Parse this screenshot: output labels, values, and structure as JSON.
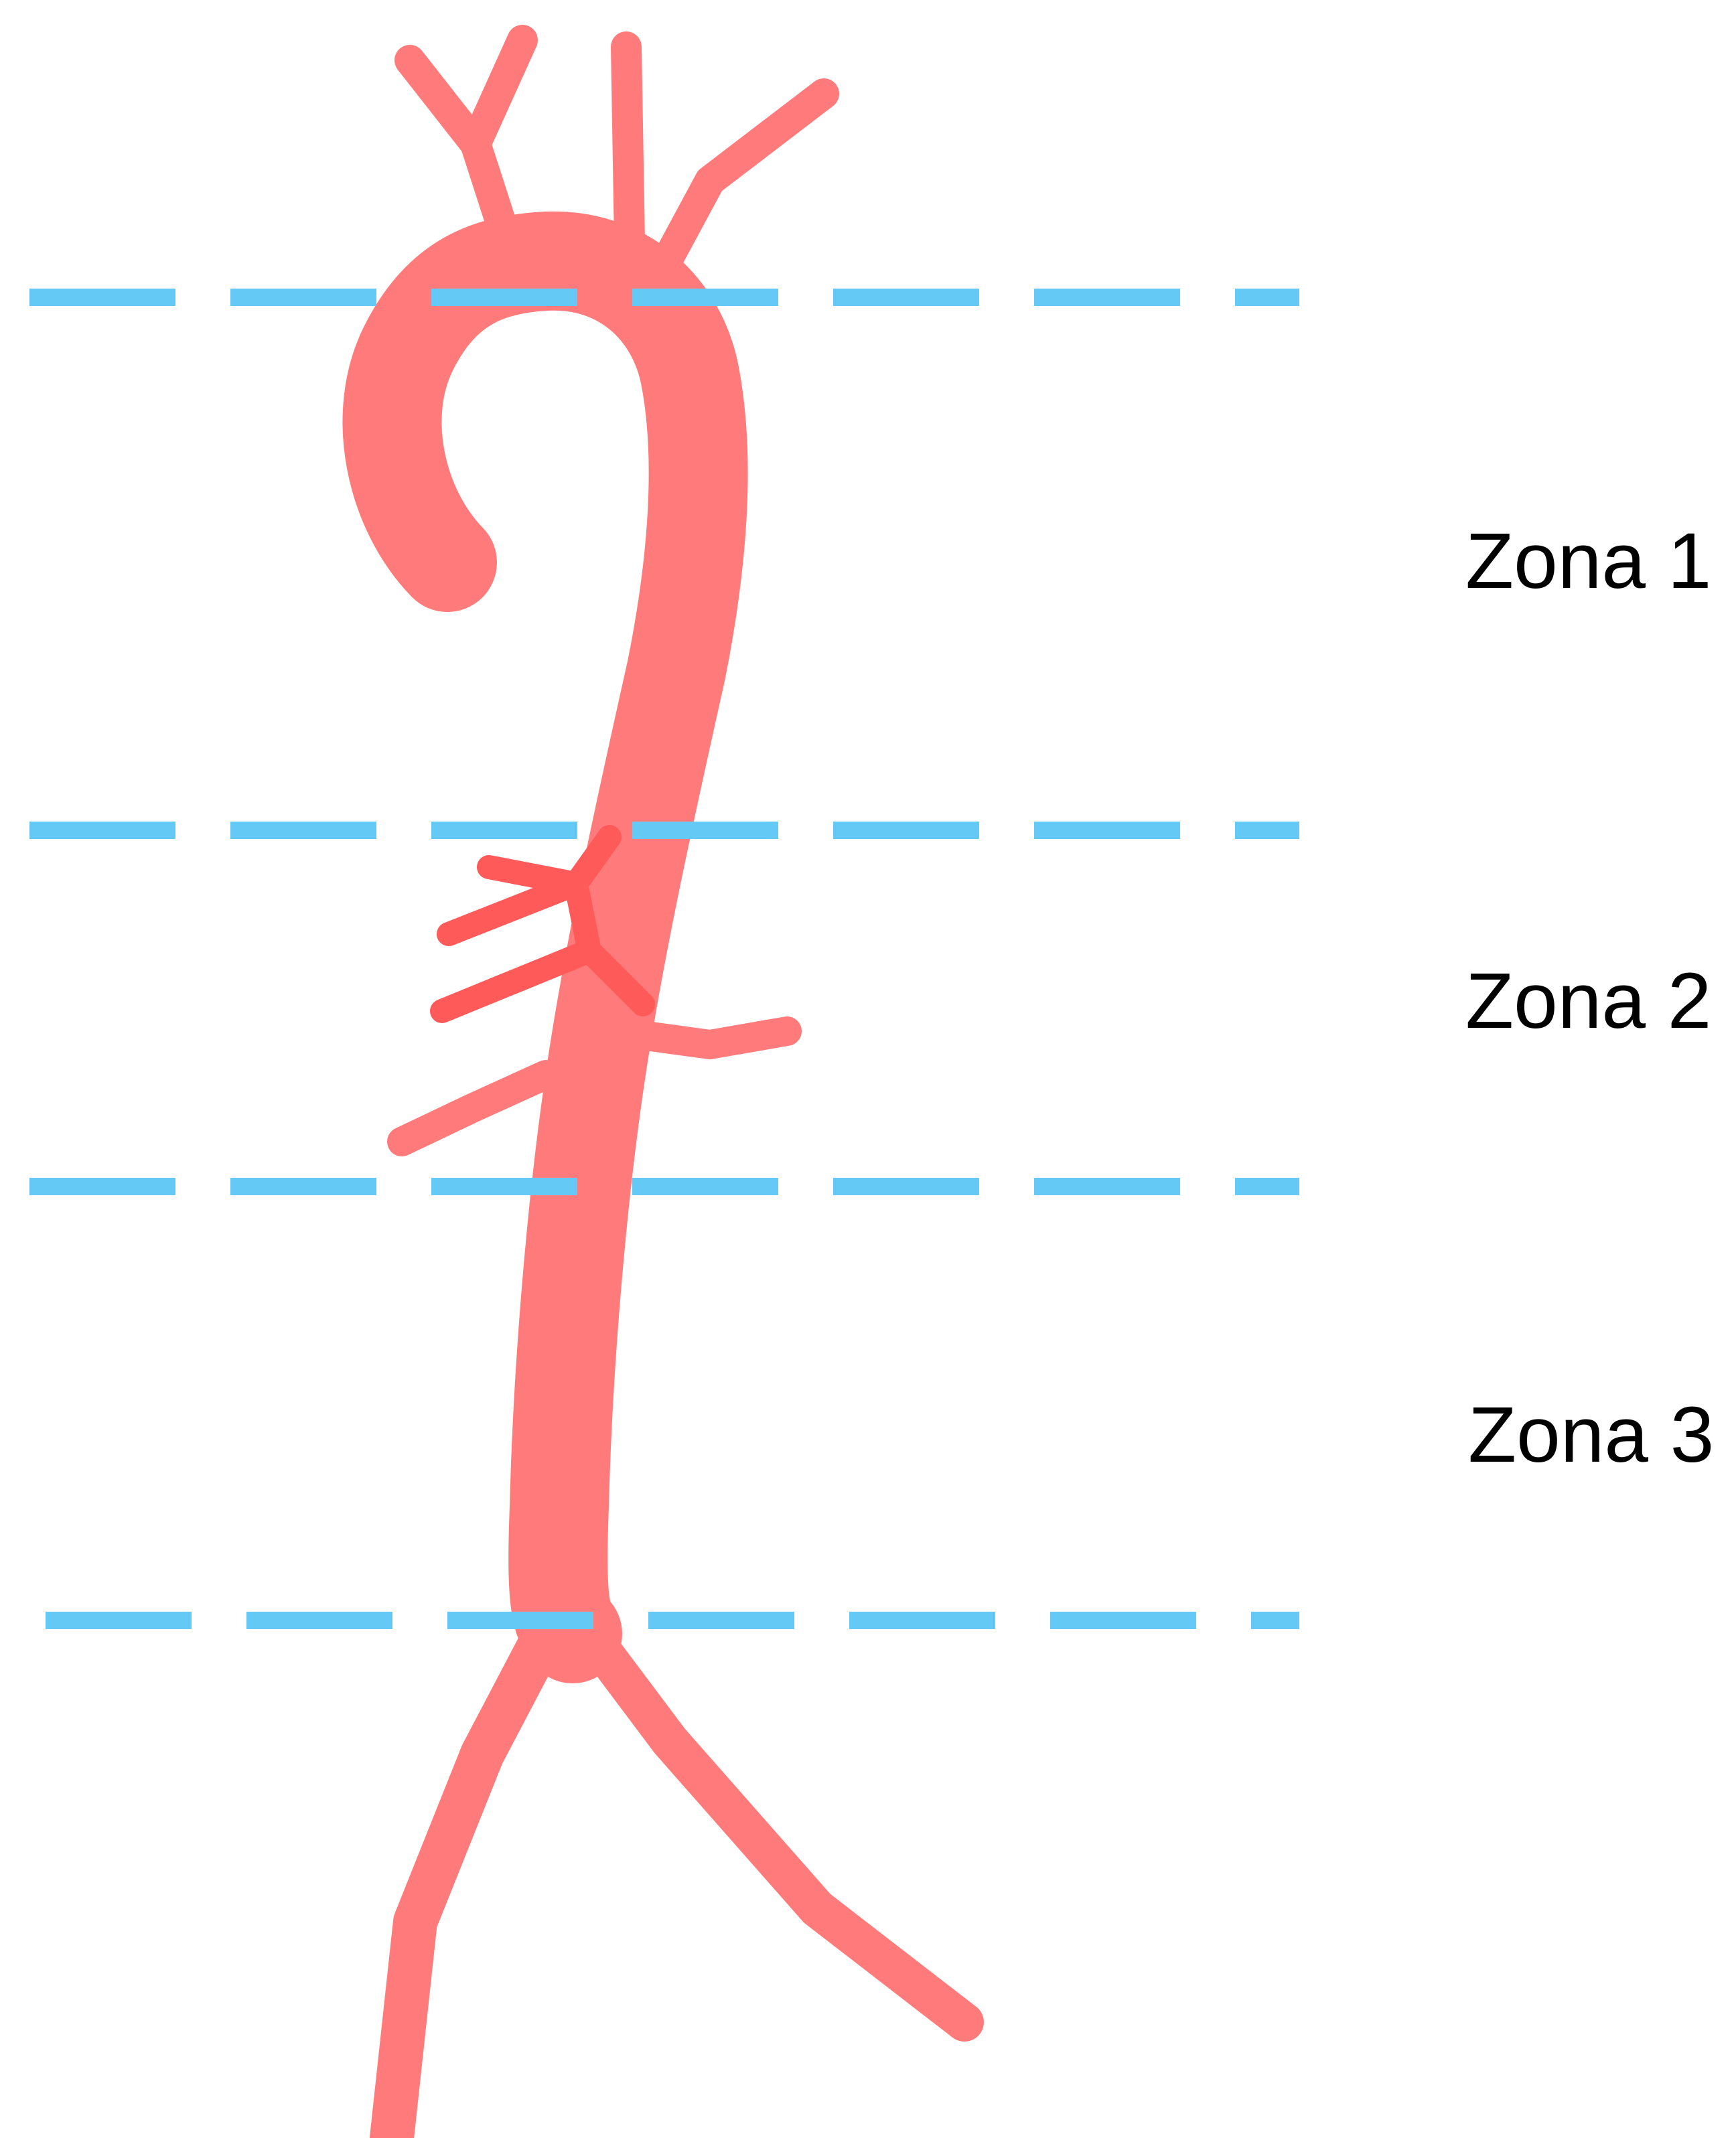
{
  "zones": [
    {
      "label": "Zona 1"
    },
    {
      "label": "Zona 2"
    },
    {
      "label": "Zona 3"
    }
  ],
  "colors": {
    "aorta": "#FF7B7B",
    "branch_dark": "#FF5A5A",
    "boundary_line": "#64CAF5",
    "background": "#FFFFFF",
    "label_text": "#000000"
  },
  "boundaries": {
    "count": 4,
    "style": "dashed"
  }
}
